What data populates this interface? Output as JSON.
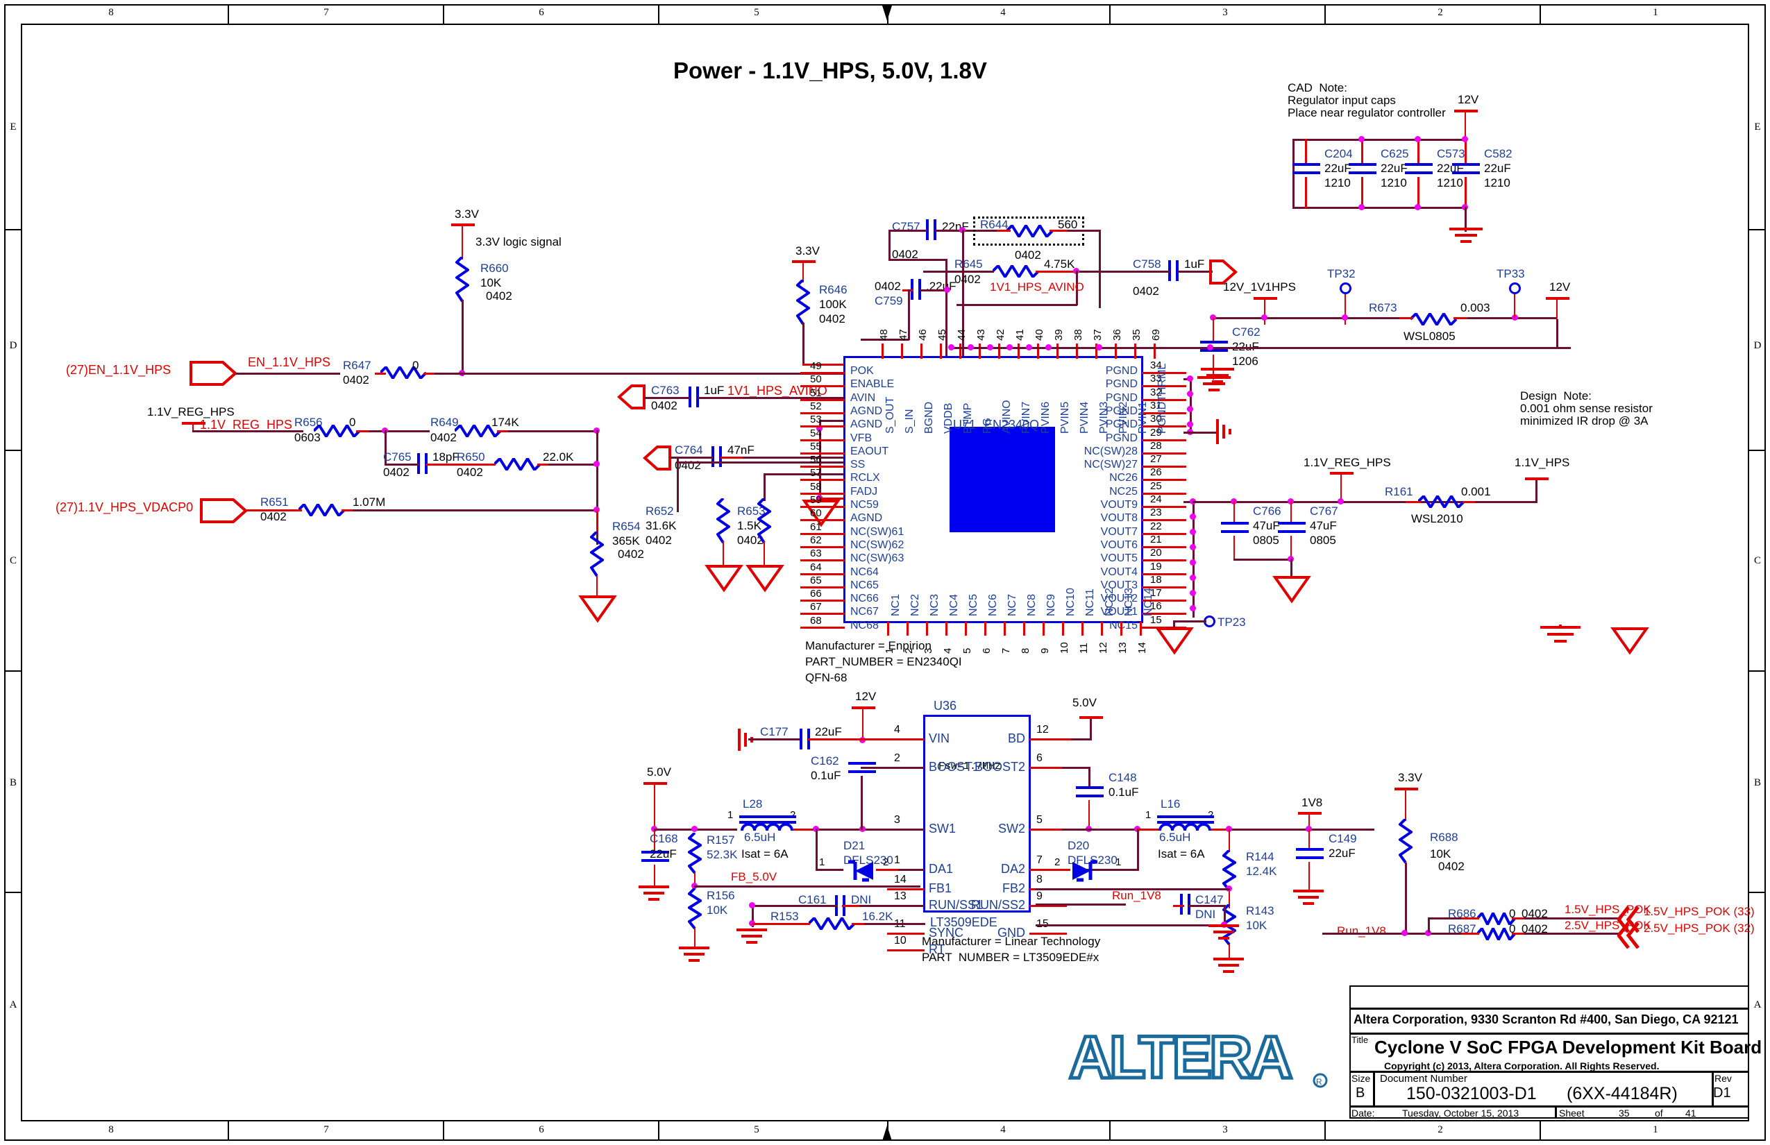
{
  "sheet": {
    "title": "Power - 1.1V_HPS, 5.0V, 1.8V",
    "zone_cols": [
      "8",
      "7",
      "6",
      "5",
      "4",
      "3",
      "2",
      "1"
    ],
    "zone_rows": [
      "E",
      "D",
      "C",
      "B",
      "A"
    ]
  },
  "notes": {
    "cad_note": "CAD  Note:\nRegulator input caps\nPlace near regulator controller",
    "design_note": "Design  Note:\n0.001 ohm sense resistor\nminimized IR drop @ 3A",
    "logic_note": "3.3V logic signal",
    "u71_mfr": "Manufacturer = Enpirion",
    "u71_pn": "PART_NUMBER = EN2340QI",
    "u71_pkg": "QFN-68",
    "u36_mfr": "Manufacturer = Linear Technology",
    "u36_pn": "PART  NUMBER = LT3509EDE#x",
    "u36_fsw": "Fsw=1.7MHz"
  },
  "u71": {
    "ref": "U71",
    "part": "EN2340Q",
    "left_pins": [
      {
        "num": "49",
        "name": "POK"
      },
      {
        "num": "50",
        "name": "ENABLE"
      },
      {
        "num": "51",
        "name": "AVIN"
      },
      {
        "num": "52",
        "name": "AGND"
      },
      {
        "num": "53",
        "name": "AGND"
      },
      {
        "num": "54",
        "name": "VFB"
      },
      {
        "num": "55",
        "name": "EAOUT"
      },
      {
        "num": "56",
        "name": "SS"
      },
      {
        "num": "57",
        "name": "RCLX"
      },
      {
        "num": "58",
        "name": "FADJ"
      },
      {
        "num": "59",
        "name": "NC59"
      },
      {
        "num": "60",
        "name": "AGND"
      },
      {
        "num": "61",
        "name": "NC(SW)61"
      },
      {
        "num": "62",
        "name": "NC(SW)62"
      },
      {
        "num": "63",
        "name": "NC(SW)63"
      },
      {
        "num": "64",
        "name": "NC64"
      },
      {
        "num": "65",
        "name": "NC65"
      },
      {
        "num": "66",
        "name": "NC66"
      },
      {
        "num": "67",
        "name": "NC67"
      },
      {
        "num": "68",
        "name": "NC68"
      }
    ],
    "right_pins": [
      {
        "num": "34",
        "name": "PGND"
      },
      {
        "num": "33",
        "name": "PGND"
      },
      {
        "num": "32",
        "name": "PGND"
      },
      {
        "num": "31",
        "name": "PGND"
      },
      {
        "num": "30",
        "name": "PGND"
      },
      {
        "num": "29",
        "name": "PGND"
      },
      {
        "num": "28",
        "name": "NC(SW)28"
      },
      {
        "num": "27",
        "name": "NC(SW)27"
      },
      {
        "num": "26",
        "name": "NC26"
      },
      {
        "num": "25",
        "name": "NC25"
      },
      {
        "num": "24",
        "name": "VOUT9"
      },
      {
        "num": "23",
        "name": "VOUT8"
      },
      {
        "num": "22",
        "name": "VOUT7"
      },
      {
        "num": "21",
        "name": "VOUT6"
      },
      {
        "num": "20",
        "name": "VOUT5"
      },
      {
        "num": "19",
        "name": "VOUT4"
      },
      {
        "num": "18",
        "name": "VOUT3"
      },
      {
        "num": "17",
        "name": "VOUT2"
      },
      {
        "num": "16",
        "name": "VOUT1"
      },
      {
        "num": "15",
        "name": "NC15"
      }
    ],
    "top_pins": [
      {
        "num": "48",
        "name": "S_OUT"
      },
      {
        "num": "47",
        "name": "S_IN"
      },
      {
        "num": "46",
        "name": "BGND"
      },
      {
        "num": "45",
        "name": "VDDB"
      },
      {
        "num": "44",
        "name": "BTMP"
      },
      {
        "num": "43",
        "name": "PG"
      },
      {
        "num": "42",
        "name": "AVINO"
      },
      {
        "num": "41",
        "name": "PVIN7"
      },
      {
        "num": "40",
        "name": "PVIN6"
      },
      {
        "num": "39",
        "name": "PVIN5"
      },
      {
        "num": "38",
        "name": "PVIN4"
      },
      {
        "num": "37",
        "name": "PVIN3"
      },
      {
        "num": "36",
        "name": "PVIN2"
      },
      {
        "num": "35",
        "name": "PVIN1"
      },
      {
        "num": "69",
        "name": "PGNDTHRML"
      }
    ],
    "bottom_pins": [
      {
        "num": "1",
        "name": "NC1"
      },
      {
        "num": "2",
        "name": "NC2"
      },
      {
        "num": "3",
        "name": "NC3"
      },
      {
        "num": "4",
        "name": "NC4"
      },
      {
        "num": "5",
        "name": "NC5"
      },
      {
        "num": "6",
        "name": "NC6"
      },
      {
        "num": "7",
        "name": "NC7"
      },
      {
        "num": "8",
        "name": "NC8"
      },
      {
        "num": "9",
        "name": "NC9"
      },
      {
        "num": "10",
        "name": "NC10"
      },
      {
        "num": "11",
        "name": "NC11"
      },
      {
        "num": "12",
        "name": "NC12"
      },
      {
        "num": "13",
        "name": "NC13"
      },
      {
        "num": "14",
        "name": "NC14"
      }
    ]
  },
  "u36": {
    "ref": "U36",
    "part": "LT3509EDE",
    "left_pins": [
      {
        "num": "4",
        "name": "VIN"
      },
      {
        "num": "2",
        "name": "BOOST1"
      },
      {
        "num": "3",
        "name": "SW1"
      },
      {
        "num": "1",
        "name": "DA1"
      },
      {
        "num": "14",
        "name": "FB1"
      },
      {
        "num": "13",
        "name": "RUN/SS1"
      },
      {
        "num": "11",
        "name": "SYNC"
      },
      {
        "num": "10",
        "name": "RT"
      }
    ],
    "right_pins": [
      {
        "num": "12",
        "name": "BD"
      },
      {
        "num": "6",
        "name": "BOOST2"
      },
      {
        "num": "5",
        "name": "SW2"
      },
      {
        "num": "7",
        "name": "DA2"
      },
      {
        "num": "8",
        "name": "FB2"
      },
      {
        "num": "9",
        "name": "RUN/SS2"
      },
      {
        "num": "15",
        "name": "GND"
      }
    ]
  },
  "components": {
    "C204": {
      "ref": "C204",
      "val": "22uF",
      "pkg": "1210"
    },
    "C625": {
      "ref": "C625",
      "val": "22uF",
      "pkg": "1210"
    },
    "C573": {
      "ref": "C573",
      "val": "22uF",
      "pkg": "1210"
    },
    "C582": {
      "ref": "C582",
      "val": "22uF",
      "pkg": "1210"
    },
    "C757": {
      "ref": "C757",
      "val": "22nF",
      "pkg": "0402"
    },
    "C758": {
      "ref": "C758",
      "val": "1uF",
      "pkg": "0402"
    },
    "C759": {
      "ref": "C759",
      "val": ".22uF",
      "pkg": "0402"
    },
    "C762": {
      "ref": "C762",
      "val": "22uF",
      "pkg": "1206"
    },
    "C763": {
      "ref": "C763",
      "val": "1uF",
      "pkg": "0402"
    },
    "C764": {
      "ref": "C764",
      "val": "47nF",
      "pkg": "0402"
    },
    "C765": {
      "ref": "C765",
      "val": "18pF",
      "pkg": "0402"
    },
    "C766": {
      "ref": "C766",
      "val": "47uF",
      "pkg": "0805"
    },
    "C767": {
      "ref": "C767",
      "val": "47uF",
      "pkg": "0805"
    },
    "R644": {
      "ref": "R644",
      "val": "560",
      "pkg": "0402"
    },
    "R645": {
      "ref": "R645",
      "val": "4.75K",
      "pkg": "0402"
    },
    "R646": {
      "ref": "R646",
      "val": "100K",
      "pkg": "0402"
    },
    "R647": {
      "ref": "R647",
      "val": "0",
      "pkg": "0402"
    },
    "R649": {
      "ref": "R649",
      "val": "174K",
      "pkg": "0402"
    },
    "R650": {
      "ref": "R650",
      "val": "22.0K",
      "pkg": "0402"
    },
    "R651": {
      "ref": "R651",
      "val": "1.07M",
      "pkg": "0402"
    },
    "R652": {
      "ref": "R652",
      "val": "31.6K",
      "pkg": "0402"
    },
    "R653": {
      "ref": "R653",
      "val": "1.5K",
      "pkg": "0402"
    },
    "R654": {
      "ref": "R654",
      "val": "365K",
      "pkg": "0402"
    },
    "R656": {
      "ref": "R656",
      "val": "0",
      "pkg": "0603"
    },
    "R660": {
      "ref": "R660",
      "val": "10K",
      "pkg": "0402"
    },
    "R673": {
      "ref": "R673",
      "val": "0.003",
      "pkg": "WSL0805"
    },
    "R161": {
      "ref": "R161",
      "val": "0.001",
      "pkg": "WSL2010"
    },
    "R688": {
      "ref": "R688",
      "val": "10K",
      "pkg": "0402"
    },
    "R686": {
      "ref": "R686",
      "val": "0",
      "pkg": "0402"
    },
    "R687": {
      "ref": "R687",
      "val": "0",
      "pkg": "0402"
    },
    "C177": {
      "ref": "C177",
      "val": "22uF"
    },
    "C162": {
      "ref": "C162",
      "val": "0.1uF"
    },
    "C148": {
      "ref": "C148",
      "val": "0.1uF"
    },
    "C168": {
      "ref": "C168",
      "val": "22uF"
    },
    "C149": {
      "ref": "C149",
      "val": "22uF"
    },
    "C161": {
      "ref": "C161",
      "val": "DNI"
    },
    "C147": {
      "ref": "C147",
      "val": "DNI"
    },
    "L28": {
      "ref": "L28",
      "val": "6.5uH",
      "isat": "Isat = 6A",
      "p1": "1",
      "p2": "2"
    },
    "L16": {
      "ref": "L16",
      "val": "6.5uH",
      "isat": "Isat = 6A",
      "p1": "1",
      "p2": "2"
    },
    "R157": {
      "ref": "R157",
      "val": "52.3K"
    },
    "R156": {
      "ref": "R156",
      "val": "10K"
    },
    "R153": {
      "ref": "R153",
      "val": "16.2K"
    },
    "R144": {
      "ref": "R144",
      "val": "12.4K"
    },
    "R143": {
      "ref": "R143",
      "val": "10K"
    },
    "D21": {
      "ref": "D21",
      "val": "DFLS230",
      "p1": "1",
      "p2": "2"
    },
    "D20": {
      "ref": "D20",
      "val": "DFLS230",
      "p1": "2",
      "p2": "1"
    },
    "TP32": {
      "ref": "TP32"
    },
    "TP33": {
      "ref": "TP33"
    },
    "TP23": {
      "ref": "TP23"
    }
  },
  "nets": {
    "v12_a": "12V",
    "v12_b": "12V",
    "v12_c": "12V",
    "v33_a": "3.3V",
    "v33_b": "3.3V",
    "v33_c": "3.3V",
    "v50_a": "5.0V",
    "v50_b": "5.0V",
    "v1v8": "1V8",
    "v12_1v1hps": "12V_1V1HPS",
    "n_1v1_hps_avino_top": "1V1_HPS_AVINO",
    "n_1v1_hps_avino_left": "1V1_HPS_AVINO",
    "n_en_11v_hps": "EN_1.1V_HPS",
    "n_11v_reg_hps_lbl": "1.1V_REG_HPS",
    "n_11v_reg_hps_red": "1.1V_REG_HPS",
    "n_11v_reg_hps_right": "1.1V_REG_HPS",
    "n_11v_hps": "1.1V_HPS",
    "n_fb_50v": "FB_5.0V",
    "n_run_1v8_a": "Run_1V8",
    "n_run_1v8_b": "Run_1V8",
    "n_15v_hps_pok": "1.5V_HPS_POK",
    "n_25v_hps_pok": "2.5V_HPS_POK"
  },
  "ports": {
    "p_en": "(27)EN_1.1V_HPS",
    "p_dacp0": "(27)1.1V_HPS_VDACP0",
    "p_pok15": "1.5V_HPS_POK (33)",
    "p_pok25": "2.5V_HPS_POK (32)"
  },
  "title_block": {
    "company": "Altera Corporation, 9330 Scranton Rd #400, San Diego, CA 92121",
    "title_label": "Title",
    "title": "Cyclone V SoC FPGA Development Kit Board",
    "copyright": "Copyright (c) 2013, Altera Corporation. All Rights Reserved.",
    "size_label": "Size",
    "size": "B",
    "docnum_label": "Document  Number",
    "docnum": "150-0321003-D1",
    "docnum2": "(6XX-44184R)",
    "rev_label": "Rev",
    "rev": "D1",
    "date_label": "Date:",
    "date": "Tuesday, October 15, 2013",
    "sheet_label": "Sheet",
    "sheet_num": "35",
    "of_label": "of",
    "sheet_total": "41",
    "logo": "ALTERA"
  },
  "colors": {
    "wire": "#6b1030",
    "pin": "#e00000",
    "label_blue": "#1f3f96",
    "net_red": "#e00000",
    "ic_border": "#0000e0",
    "junction": "#ef00ef",
    "logo_blue": "#1b6a9c"
  }
}
